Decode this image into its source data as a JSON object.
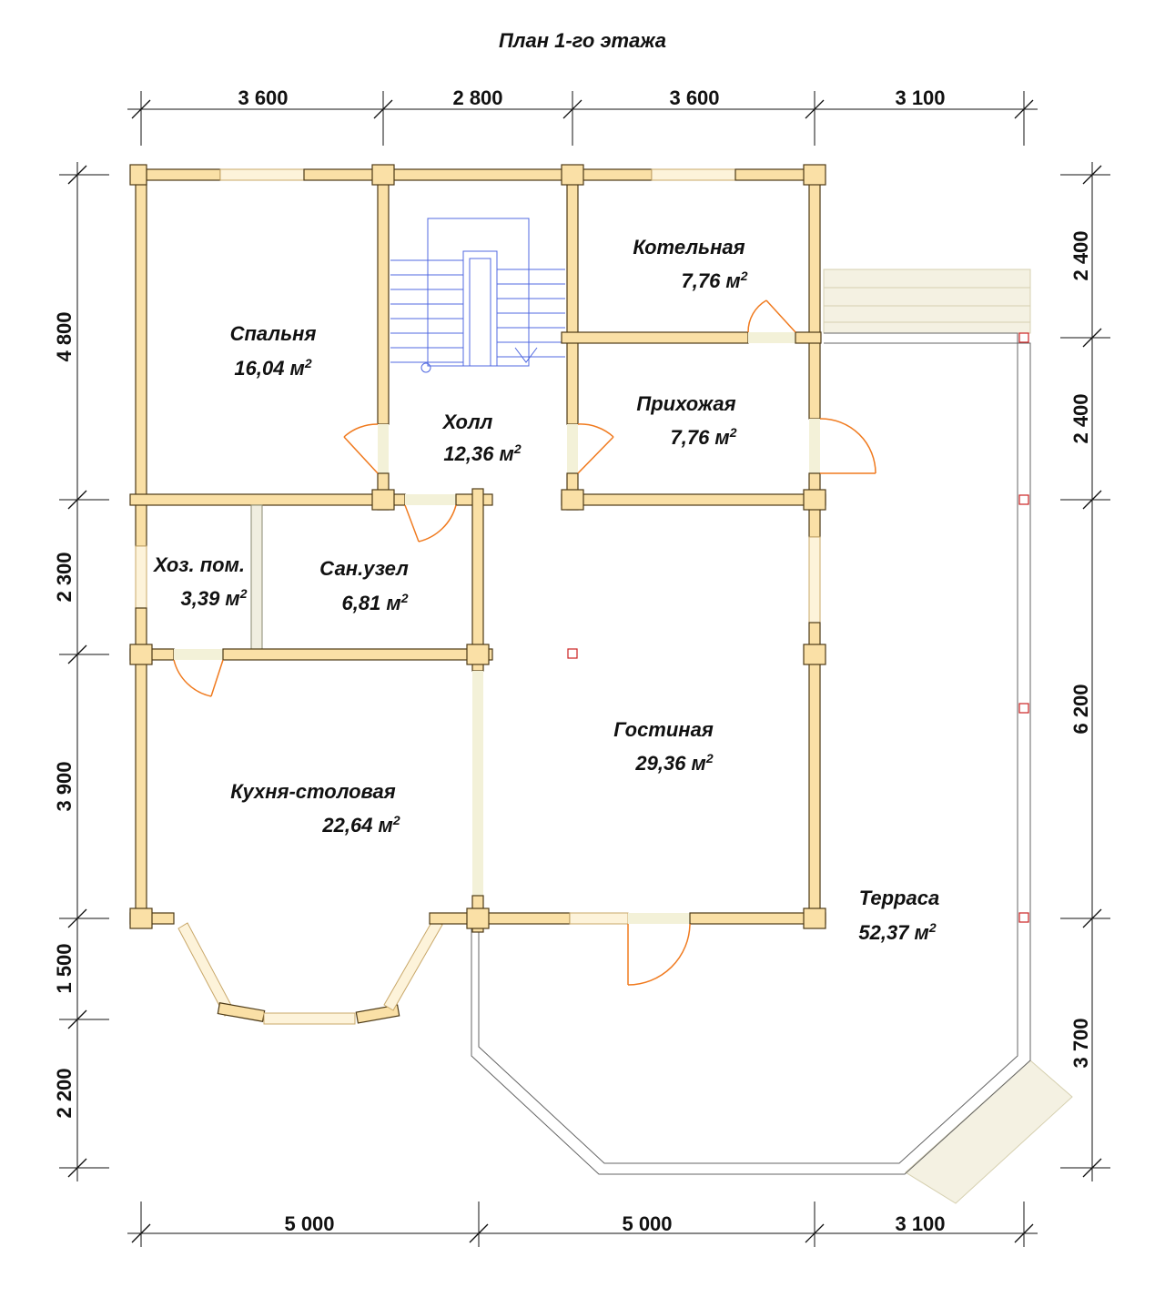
{
  "title": "План 1-го этажа",
  "dimensions": {
    "top": [
      "3 600",
      "2 800",
      "3 600",
      "3 100"
    ],
    "bottom": [
      "5 000",
      "5 000",
      "3 100"
    ],
    "left": [
      "4 800",
      "2 300",
      "3 900",
      "1 500",
      "2 200"
    ],
    "right": [
      "2 400",
      "2 400",
      "6 200",
      "3 700"
    ]
  },
  "rooms": [
    {
      "id": "bedroom",
      "name": "Спальня",
      "area": "16,04 м",
      "sup": "2"
    },
    {
      "id": "hall",
      "name": "Холл",
      "area": "12,36 м",
      "sup": "2"
    },
    {
      "id": "boiler",
      "name": "Котельная",
      "area": "7,76 м",
      "sup": "2"
    },
    {
      "id": "entry",
      "name": "Прихожая",
      "area": "7,76 м",
      "sup": "2"
    },
    {
      "id": "utility",
      "name": "Хоз. пом.",
      "area": "3,39 м",
      "sup": "2"
    },
    {
      "id": "bathroom",
      "name": "Сан.узел",
      "area": "6,81 м",
      "sup": "2"
    },
    {
      "id": "living",
      "name": "Гостиная",
      "area": "29,36 м",
      "sup": "2"
    },
    {
      "id": "kitchen",
      "name": "Кухня-столовая",
      "area": "22,64 м",
      "sup": "2"
    },
    {
      "id": "terrace",
      "name": "Терраса",
      "area": "52,37 м",
      "sup": "2"
    }
  ],
  "colors": {
    "wall": "#fae0a6",
    "stairs": "#5068e0",
    "door_swing": "#f07a1e",
    "post": "#cc2222"
  }
}
